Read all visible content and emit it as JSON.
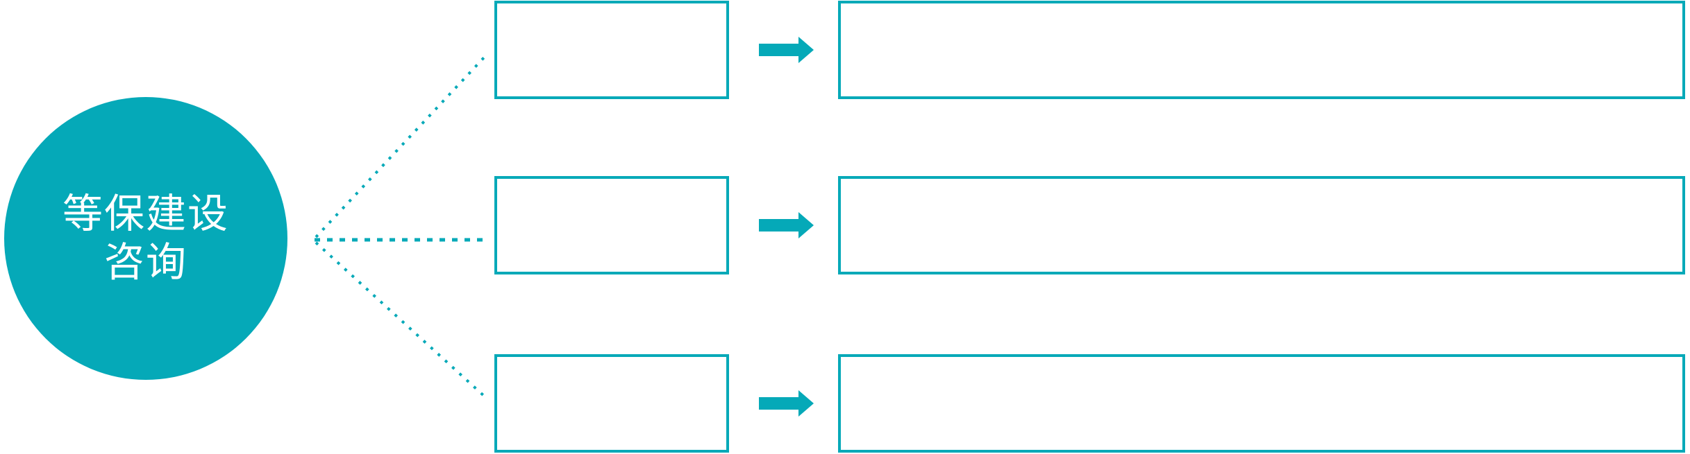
{
  "diagram": {
    "colors": {
      "accent": "#05a9b8",
      "background": "#ffffff",
      "text_on_accent": "#ffffff"
    },
    "source": {
      "line1": "等保建设",
      "line2": "咨询"
    },
    "connector": {
      "style": "dotted",
      "shape": "three-lines-converging-left"
    },
    "rows": [
      {
        "id": 1,
        "mid_label": "",
        "arrow_icon": "right-arrow-icon",
        "right_label": ""
      },
      {
        "id": 2,
        "mid_label": "",
        "arrow_icon": "right-arrow-icon",
        "right_label": ""
      },
      {
        "id": 3,
        "mid_label": "",
        "arrow_icon": "right-arrow-icon",
        "right_label": ""
      }
    ]
  }
}
